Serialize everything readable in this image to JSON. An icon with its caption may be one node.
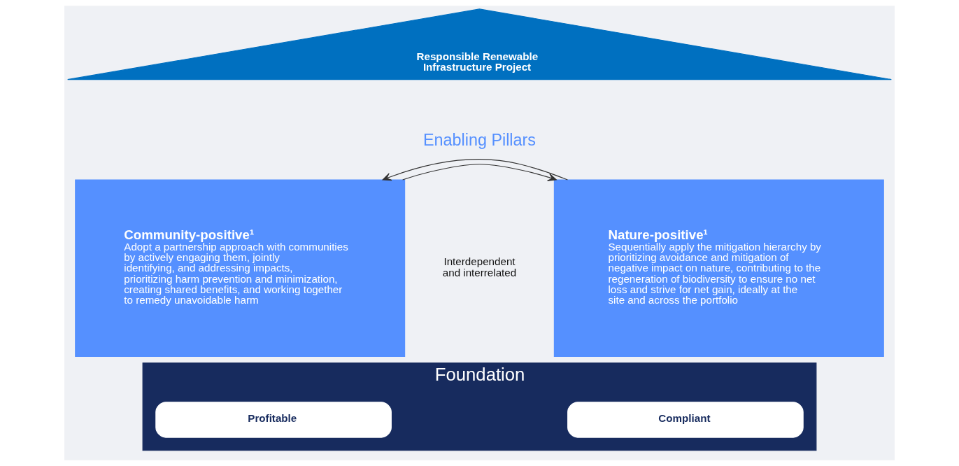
{
  "diagram": {
    "nodes": [
      {
        "text": [
          "Responsible Renewable Infrastructure Project"
        ]
      },
      {
        "text": [
          "Community-positive¹",
          "Adopt a partnership approach with communities by actively engaging them, jointly identifying, and addressing impacts, prioritizing harm prevention and minimization, creating shared benefits, and working together to remedy unavoidable harm"
        ]
      },
      {
        "text": [
          "Nature-positive¹",
          "Sequentially apply the mitigation hierarchy by prioritizing avoidance and mitigation of negative impact on nature, contributing to the regeneration of biodiversity to ensure no net loss and strive for net gain, ideally at the site and across the portfolio"
        ]
      },
      {
        "text": [
          "Foundation"
        ]
      },
      {
        "text": [
          "Profitable"
        ],
        "in": 3
      },
      {
        "text": [
          "Compliant"
        ],
        "in": 3
      }
    ],
    "edges": [
      {
        "from": 1,
        "to": 2,
        "arrow": "to"
      },
      {
        "from": 2,
        "to": 1,
        "arrow": "to"
      }
    ],
    "labels": [
      "Enabling Pillars",
      "Interdependent and interrelated"
    ]
  }
}
